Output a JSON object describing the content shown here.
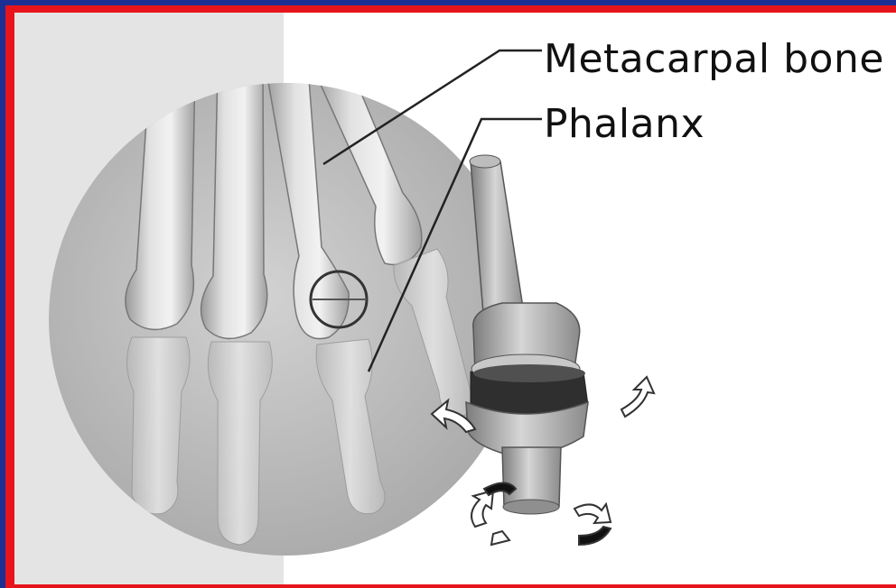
{
  "labels": {
    "metacarpal": "Metacarpal bone",
    "phalanx": "Phalanx"
  },
  "colors": {
    "outer_border": "#1c2f93",
    "inner_border": "#e8141b",
    "background": "#ffffff"
  },
  "icons": [
    "rotation-arrow-icon",
    "joint-implant",
    "finger-bones-inset"
  ]
}
